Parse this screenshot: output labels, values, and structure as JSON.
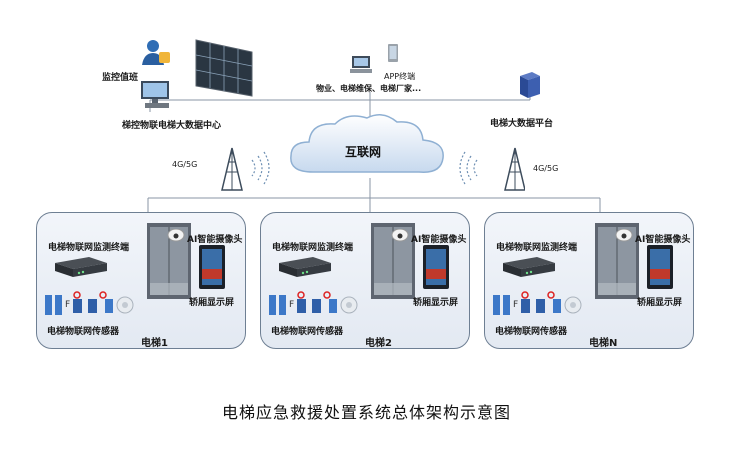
{
  "top": {
    "monitor_label": "监控值班",
    "datacenter_label": "梯控物联电梯大数据中心",
    "app_label": "APP终端",
    "stakeholders_label": "物业、电梯维保、电梯厂家...",
    "platform_label": "电梯大数据平台"
  },
  "network": {
    "internet_label": "互联网",
    "left_tower_label": "4G/5G",
    "right_tower_label": "4G/5G"
  },
  "elevators": [
    {
      "terminal_label": "电梯物联网监测终端",
      "camera_label": "AI智能摄像头",
      "screen_label": "轿厢显示屏",
      "sensor_label": "电梯物联网传感器",
      "name": "电梯1"
    },
    {
      "terminal_label": "电梯物联网监测终端",
      "camera_label": "AI智能摄像头",
      "screen_label": "轿厢显示屏",
      "sensor_label": "电梯物联网传感器",
      "name": "电梯2"
    },
    {
      "terminal_label": "电梯物联网监测终端",
      "camera_label": "AI智能摄像头",
      "screen_label": "轿厢显示屏",
      "sensor_label": "电梯物联网传感器",
      "name": "电梯N"
    }
  ],
  "caption": "电梯应急救援处置系统总体架构示意图"
}
